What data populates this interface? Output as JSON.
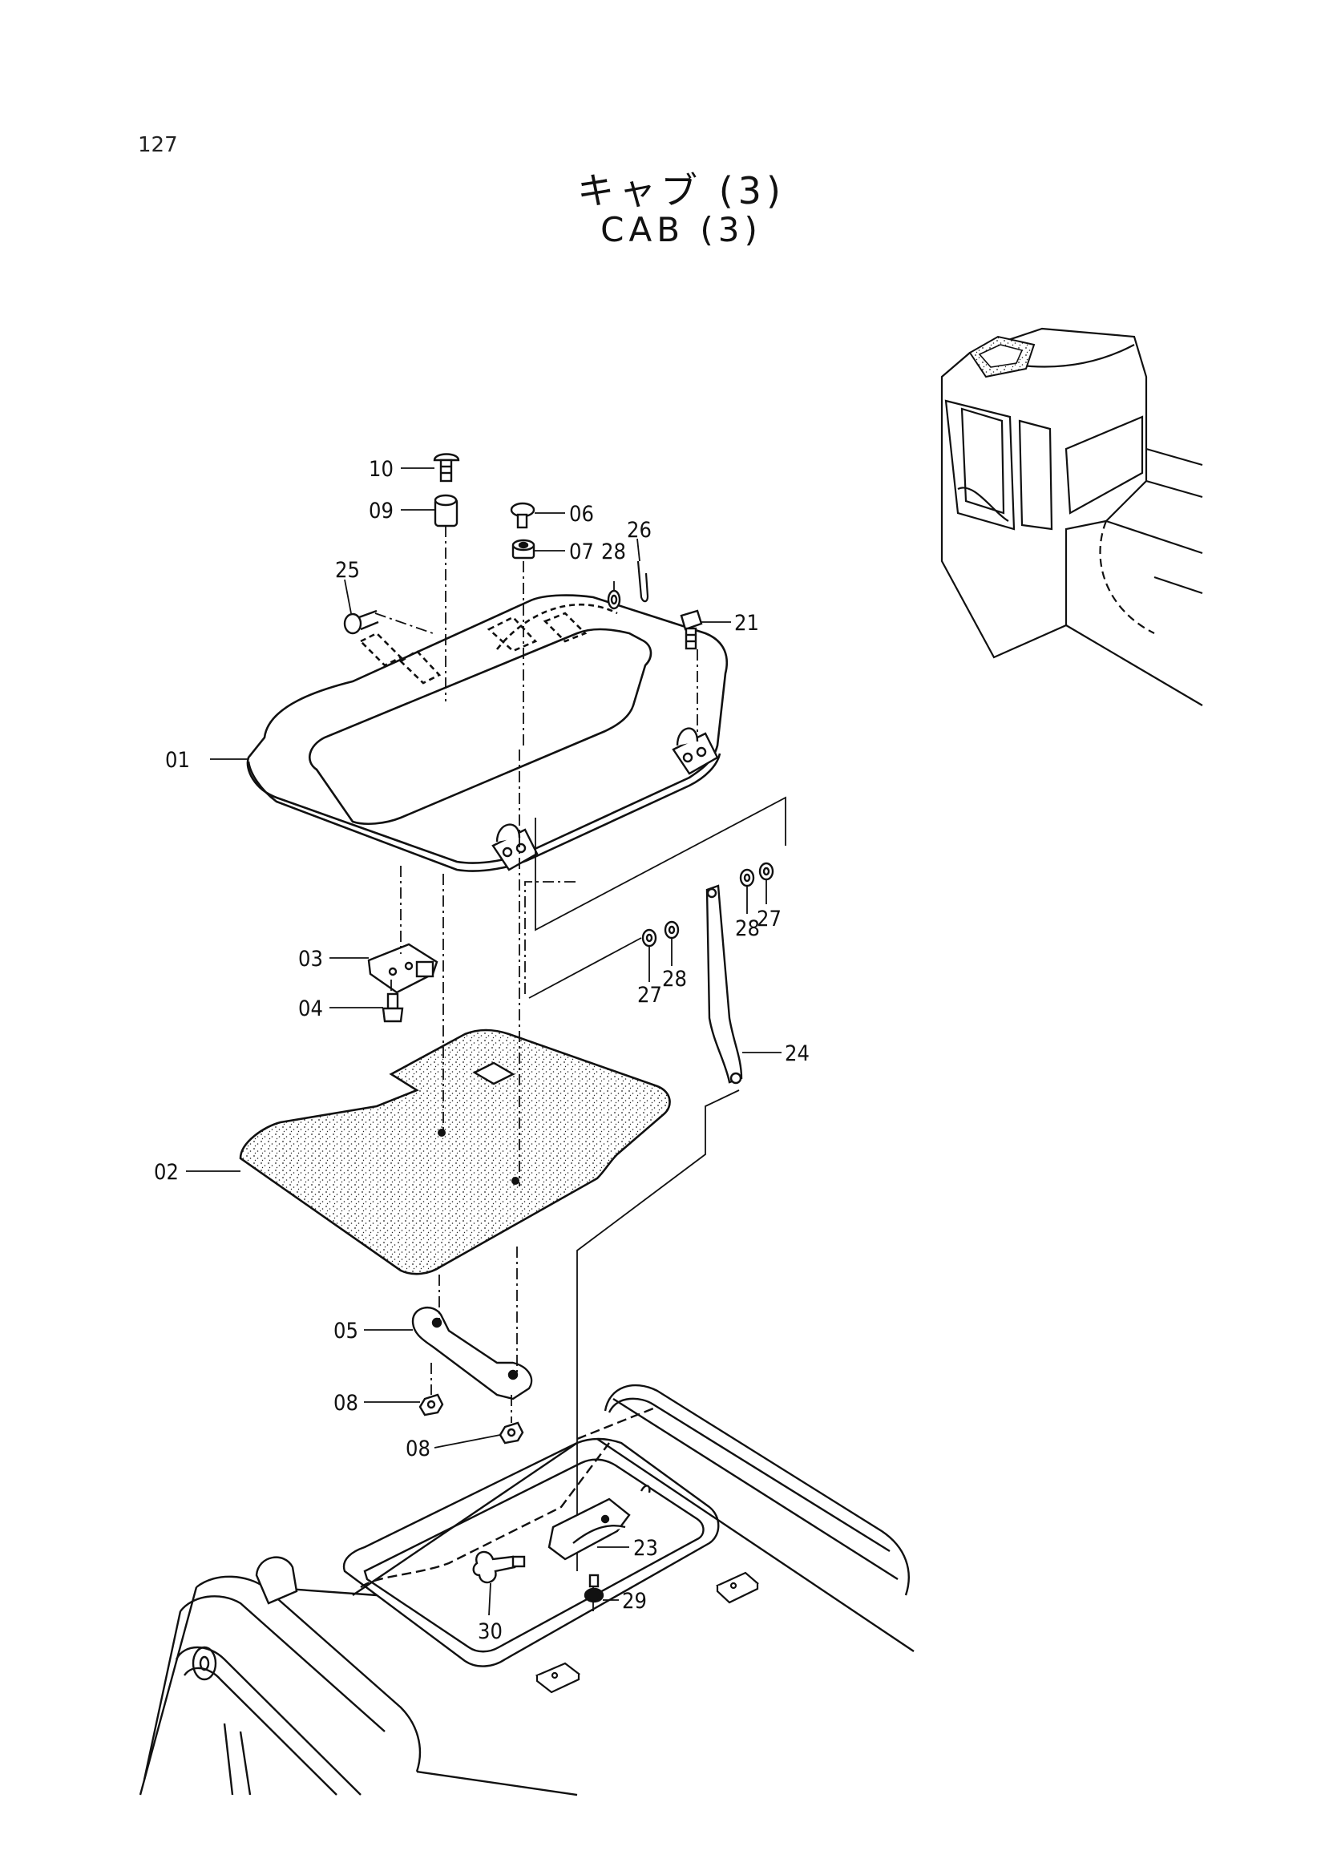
{
  "page_number": "127",
  "title": {
    "japanese": "キャブ (3)",
    "english": "CAB (3)"
  },
  "callouts": {
    "c01": "01",
    "c02": "02",
    "c03": "03",
    "c04": "04",
    "c05": "05",
    "c06": "06",
    "c07": "07",
    "c08a": "08",
    "c08b": "08",
    "c09": "09",
    "c10": "10",
    "c21": "21",
    "c23": "23",
    "c24": "24",
    "c25": "25",
    "c26": "26",
    "c27a": "27",
    "c27b": "27",
    "c28a": "28",
    "c28b": "28",
    "c28c": "28",
    "c29": "29",
    "c30": "30"
  }
}
